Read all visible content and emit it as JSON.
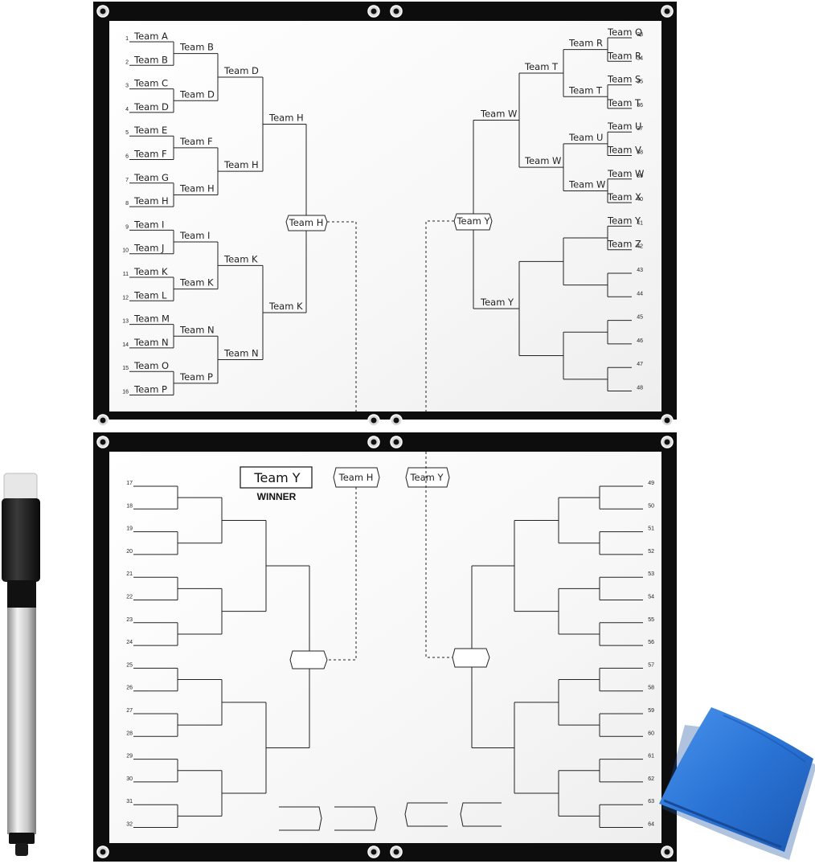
{
  "teams_top_left": [
    "Team A",
    "Team B",
    "Team C",
    "Team D",
    "Team E",
    "Team F",
    "Team G",
    "Team H",
    "Team I",
    "Team J",
    "Team K",
    "Team L",
    "Team M",
    "Team N",
    "Team O",
    "Team P"
  ],
  "r2_top_left": [
    "Team B",
    "Team D",
    "Team F",
    "Team H",
    "Team I",
    "Team K",
    "Team N",
    "Team P"
  ],
  "r3_top_left": [
    "Team D",
    "Team H",
    "Team K",
    "Team N"
  ],
  "r4_top_left": [
    "Team H",
    "Team K"
  ],
  "semi_top_left": "Team H",
  "teams_top_right": [
    "Team Q",
    "Team R",
    "Team S",
    "Team T",
    "Team U",
    "Team V",
    "Team W",
    "Team X",
    "Team Y",
    "Team Z",
    "",
    "",
    "",
    "",
    "",
    ""
  ],
  "seeds_top_right": [
    "33",
    "34",
    "35",
    "36",
    "37",
    "38",
    "39",
    "40",
    "41",
    "42",
    "43",
    "44",
    "45",
    "46",
    "47",
    "48"
  ],
  "r2_top_right": [
    "Team R",
    "Team T",
    "Team U",
    "Team W",
    "",
    "",
    "",
    ""
  ],
  "r3_top_right": [
    "Team T",
    "Team W",
    "",
    ""
  ],
  "r4_top_right": [
    "Team W",
    "Team Y"
  ],
  "semi_top_right": "Team Y",
  "seeds_top_left": [
    "1",
    "2",
    "3",
    "4",
    "5",
    "6",
    "7",
    "8",
    "9",
    "10",
    "11",
    "12",
    "13",
    "14",
    "15",
    "16"
  ],
  "seeds_bottom_left": [
    "17",
    "18",
    "19",
    "20",
    "21",
    "22",
    "23",
    "24",
    "25",
    "26",
    "27",
    "28",
    "29",
    "30",
    "31",
    "32"
  ],
  "seeds_bottom_right": [
    "49",
    "50",
    "51",
    "52",
    "53",
    "54",
    "55",
    "56",
    "57",
    "58",
    "59",
    "60",
    "61",
    "62",
    "63",
    "64"
  ],
  "final_left": "Team H",
  "final_right": "Team Y",
  "champion": "Team Y",
  "winner_label": "WINNER",
  "colors": {
    "board_frame": "#0d0d0d",
    "board_surface": "#ffffff",
    "ink": "#222222",
    "cloth": "#2f78d8",
    "marker_body": "#c9c9c9"
  }
}
